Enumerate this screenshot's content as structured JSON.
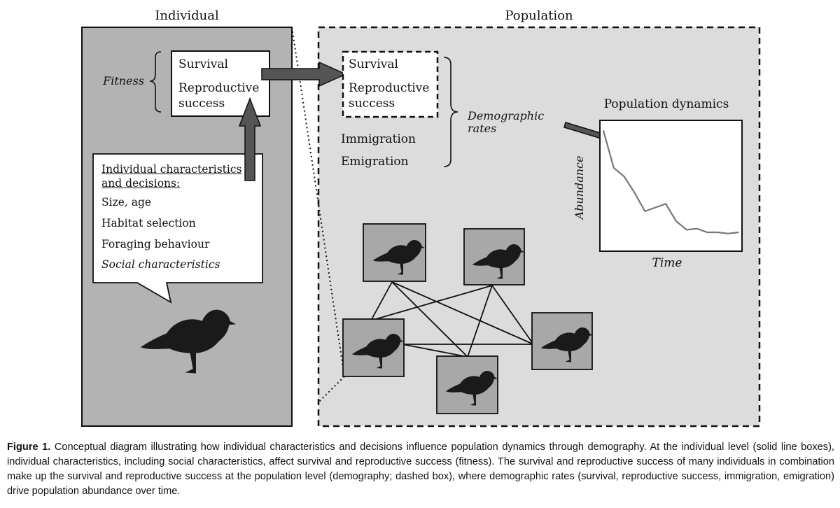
{
  "individual_panel": {
    "title": "Individual",
    "fitness_label": "Fitness",
    "fitness_box": {
      "line1": "Survival",
      "line2": "Reproductive",
      "line3": "success"
    },
    "bubble": {
      "heading_line1": "Individual characteristics",
      "heading_line2": "and decisions:",
      "items": [
        "Size, age",
        "Habitat selection",
        "Foraging behaviour",
        "Social characteristics"
      ]
    }
  },
  "population_panel": {
    "title": "Population",
    "demography_box": {
      "line1": "Survival",
      "line2": "Reproductive",
      "line3": "success"
    },
    "immigration": "Immigration",
    "emigration": "Emigration",
    "demographic_label_line1": "Demographic",
    "demographic_label_line2": "rates",
    "dynamics_title": "Population dynamics",
    "y_axis": "Abundance",
    "x_axis": "Time"
  },
  "chart_data": {
    "type": "line",
    "title": "Population dynamics",
    "xlabel": "Time",
    "ylabel": "Abundance",
    "x": [
      0,
      1,
      2,
      3,
      4,
      5,
      6,
      7,
      8,
      9,
      10,
      11,
      12,
      13
    ],
    "series": [
      {
        "values": [
          0.95,
          0.65,
          0.58,
          0.45,
          0.3,
          0.33,
          0.36,
          0.22,
          0.15,
          0.16,
          0.13,
          0.13,
          0.12,
          0.13
        ]
      }
    ],
    "ylim": [
      0,
      1
    ],
    "grid": false
  },
  "caption": {
    "label": "Figure 1.",
    "text": " Conceptual diagram illustrating how individual characteristics and decisions influence population dynamics through demography. At the individual level (solid line boxes), individual characteristics, including social characteristics, affect survival and reproductive success (fitness). The survival and reproductive success of many individuals in combination make up the survival and reproductive success at the population level (demography; dashed box), where demographic rates (survival, reproductive success, immigration, emigration) drive population abundance over time."
  },
  "colors": {
    "individual_bg": "#b3b3b3",
    "population_bg": "#dcdcdc",
    "arrow": "#555555",
    "bird": "#1a1a1a",
    "bird_box_bg": "#a8a8a8",
    "line": "#777777"
  }
}
